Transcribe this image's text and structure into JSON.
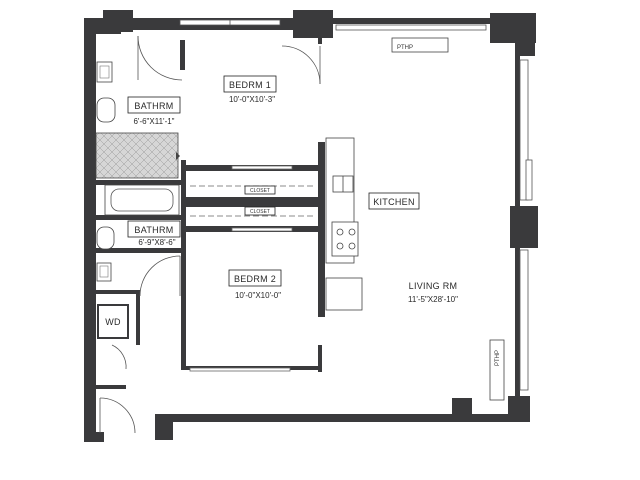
{
  "rooms": {
    "bedroom_1": {
      "name": "BEDRM 1",
      "dims": "10'-0\"X10'-3\""
    },
    "bedroom_2": {
      "name": "BEDRM 2",
      "dims": "10'-0\"X10'-0\""
    },
    "bath_1": {
      "name": "BATHRM",
      "dims": "6'-6\"X11'-1\""
    },
    "bath_2": {
      "name": "BATHRM",
      "dims": "6'-9\"X8'-6\""
    },
    "kitchen": {
      "name": "KITCHEN"
    },
    "living": {
      "name": "LIVING RM",
      "dims": "11'-5\"X28'-10\""
    }
  },
  "labels": {
    "closet_1": "CLOSET",
    "closet_2": "CLOSET",
    "washer_dryer": "WD",
    "pthp_top": "PTHP",
    "pthp_side": "PTHP"
  },
  "colors": {
    "wall": "#3a3a3c",
    "line": "#555555",
    "shower": "#d9d9d9"
  }
}
